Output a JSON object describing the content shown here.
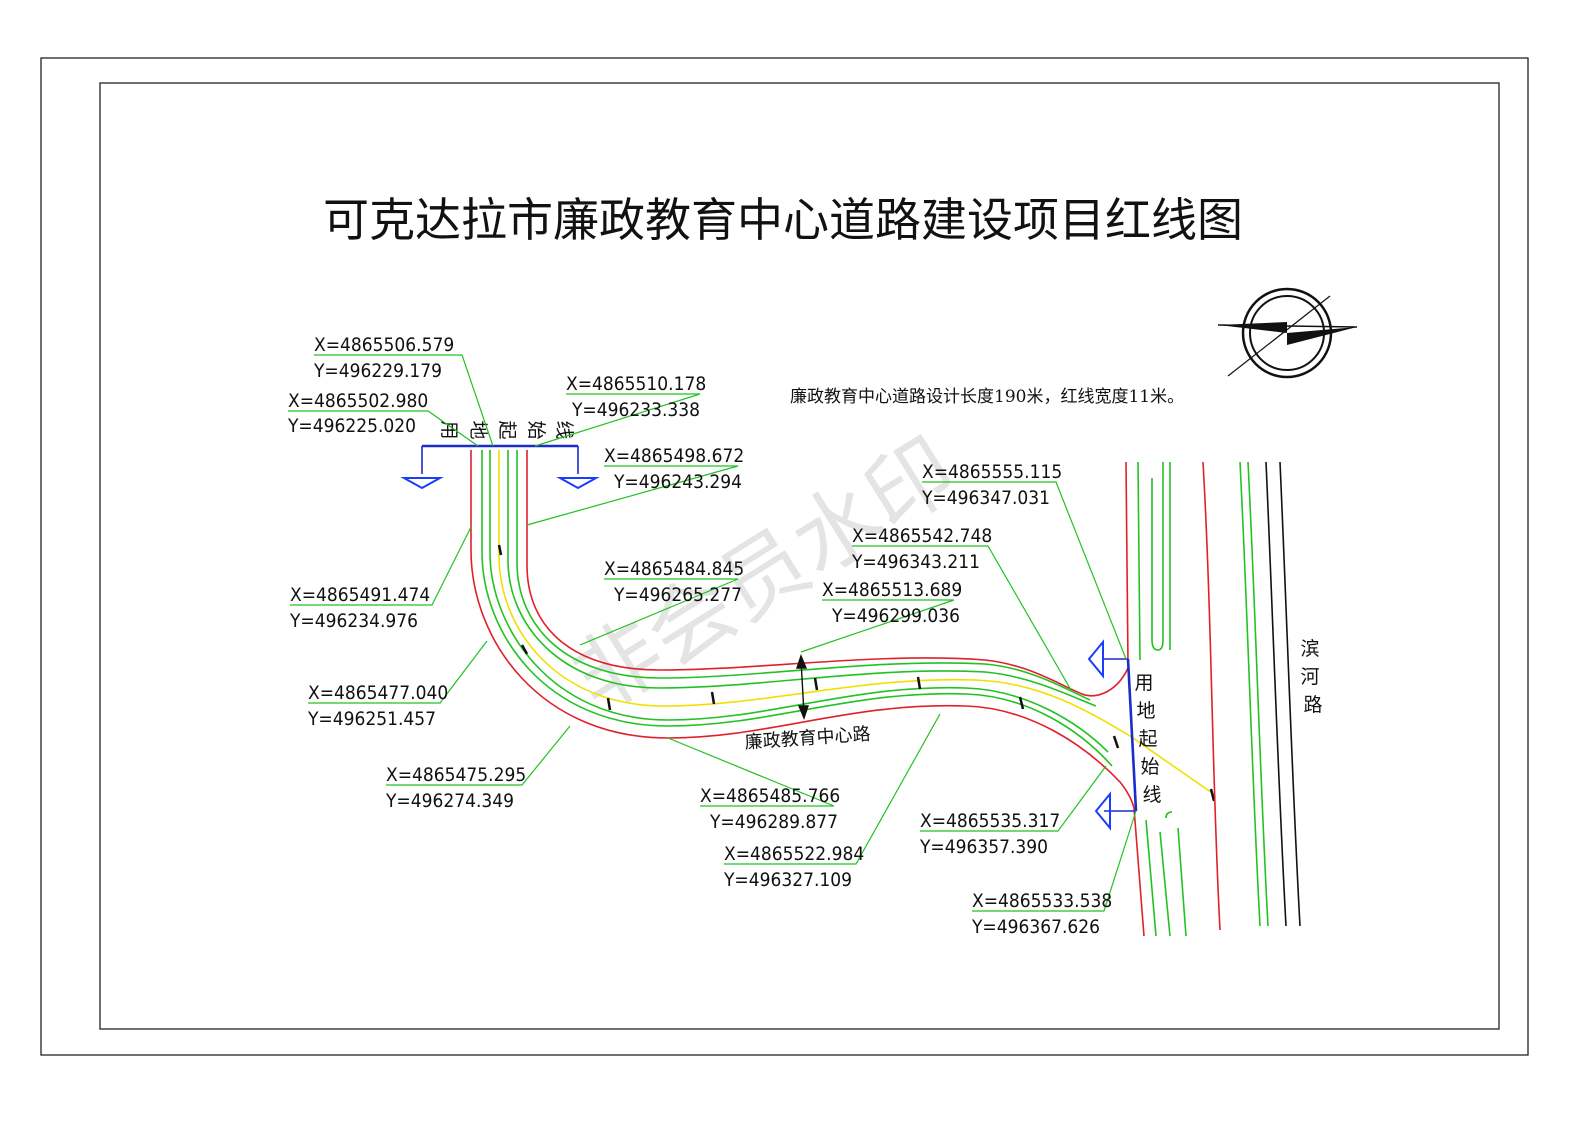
{
  "title": "可克达拉市廉政教育中心道路建设项目红线图",
  "note": "廉政教育中心道路设计长度190米，红线宽度11米。",
  "road_name": "廉政教育中心路",
  "river_road": [
    "滨",
    "河",
    "路"
  ],
  "boundary_start_chars": [
    "用",
    "地",
    "起",
    "始",
    "线"
  ],
  "watermark": "非会员水印",
  "colors": {
    "red_line": "#e0202a",
    "green_line": "#22c222",
    "center_line": "#f0e000",
    "boundary": "#1a2ccc",
    "arrow": "#1a3cff",
    "ink": "#111111"
  },
  "coordinates": [
    {
      "x": "X=4865506.579",
      "y": "Y=496229.179"
    },
    {
      "x": "X=4865502.980",
      "y": "Y=496225.020"
    },
    {
      "x": "X=4865510.178",
      "y": "Y=496233.338"
    },
    {
      "x": "X=4865498.672",
      "y": "Y=496243.294"
    },
    {
      "x": "X=4865491.474",
      "y": "Y=496234.976"
    },
    {
      "x": "X=4865484.845",
      "y": "Y=496265.277"
    },
    {
      "x": "X=4865477.040",
      "y": "Y=496251.457"
    },
    {
      "x": "X=4865475.295",
      "y": "Y=496274.349"
    },
    {
      "x": "X=4865485.766",
      "y": "Y=496289.877"
    },
    {
      "x": "X=4865522.984",
      "y": "Y=496327.109"
    },
    {
      "x": "X=4865513.689",
      "y": "Y=496299.036"
    },
    {
      "x": "X=4865542.748",
      "y": "Y=496343.211"
    },
    {
      "x": "X=4865555.115",
      "y": "Y=496347.031"
    },
    {
      "x": "X=4865535.317",
      "y": "Y=496357.390"
    },
    {
      "x": "X=4865533.538",
      "y": "Y=496367.626"
    }
  ]
}
